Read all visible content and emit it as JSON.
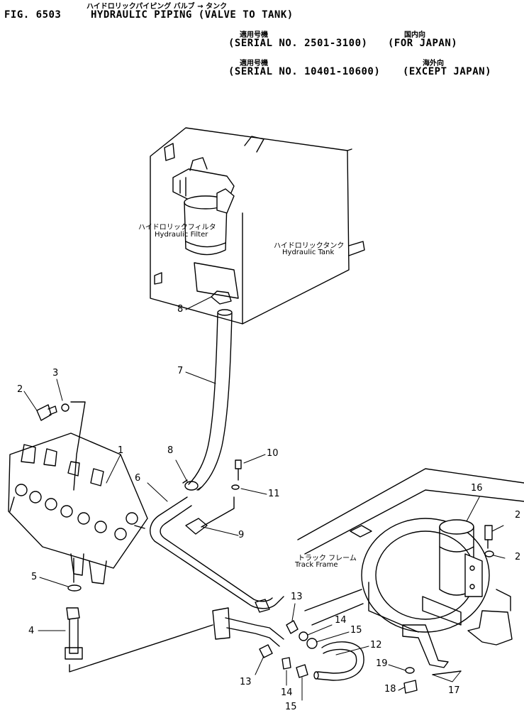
{
  "header": {
    "fig_no": "FIG. 6503",
    "title": "HYDRAULIC PIPING (VALVE TO TANK)",
    "title_jp": "ハイドロリックパイピング バルブ → タンク",
    "serial_jp_1": "適用号機",
    "serial_1": "(SERIAL NO. 2501-3100)",
    "dest_jp_1": "国内向",
    "dest_1": "(FOR JAPAN)",
    "serial_jp_2": "適用号機",
    "serial_2": "(SERIAL NO. 10401-10600)",
    "dest_jp_2": "海外向",
    "dest_2": "(EXCEPT JAPAN)"
  },
  "components": {
    "filter_jp": "ハイドロリックフィルタ",
    "filter_en": "Hydraulic Filter",
    "tank_jp": "ハイドロリックタンク",
    "tank_en": "Hydraulic Tank",
    "frame_jp": "トラック フレーム",
    "frame_en": "Track Frame"
  },
  "callouts": {
    "c1": "1",
    "c2": "2",
    "c3": "3",
    "c4": "4",
    "c5": "5",
    "c6": "6",
    "c7": "7",
    "c8a": "8",
    "c8b": "8",
    "c9": "9",
    "c10": "10",
    "c11": "11",
    "c12": "12",
    "c13a": "13",
    "c13b": "13",
    "c14a": "14",
    "c14b": "14",
    "c15a": "15",
    "c15b": "15",
    "c16": "16",
    "c17": "17",
    "c18": "18",
    "c19": "19",
    "c2r": "2",
    "c2r2": "2"
  }
}
